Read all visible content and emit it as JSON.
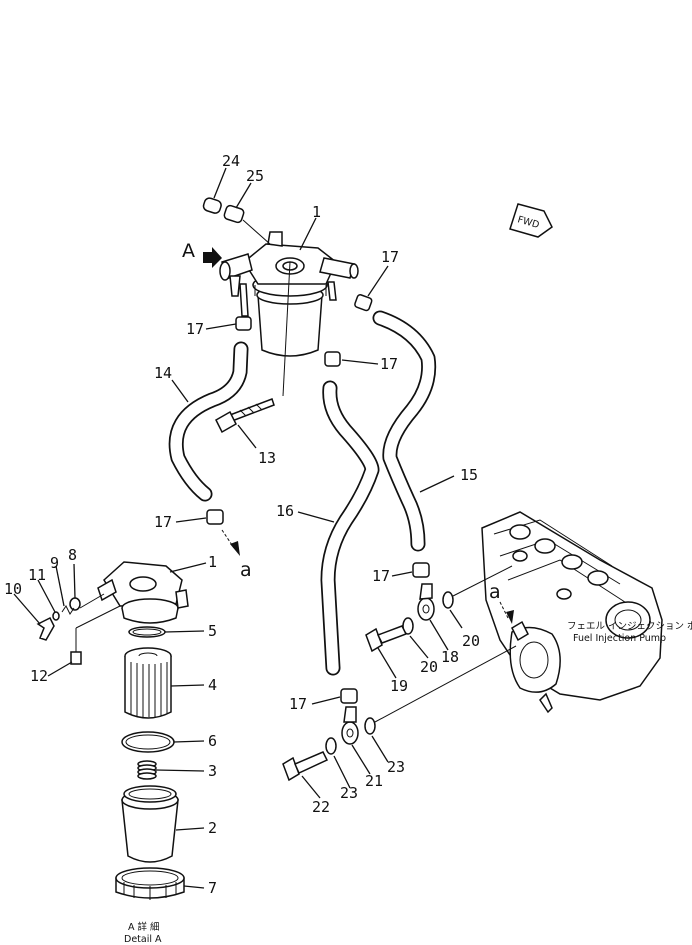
{
  "direction_marker": {
    "fwd_text": "FWD"
  },
  "view_marker": {
    "a_arrow_label": "A"
  },
  "connection_marker": {
    "lower_a": "a",
    "pump_a": "a"
  },
  "pump": {
    "label_jp": "フェエル インジェクション ポンプ",
    "label_en": "Fuel Injection Pump"
  },
  "detail": {
    "label_jp": "A 詳 細",
    "label_en": "Detail A"
  },
  "callouts": {
    "c24": "24",
    "c25": "25",
    "c1_top": "1",
    "c17_top": "17",
    "c17_left": "17",
    "c17_right": "17",
    "c14": "14",
    "c13": "13",
    "c17_mid": "17",
    "c16": "16",
    "c15": "15",
    "c17_pump": "17",
    "c20_a": "20",
    "c20_b": "20",
    "c18": "18",
    "c19": "19",
    "c17_low": "17",
    "c23_a": "23",
    "c23_b": "23",
    "c21": "21",
    "c22": "22",
    "c1_detail": "1",
    "c8": "8",
    "c9": "9",
    "c11": "11",
    "c10": "10",
    "c12": "12",
    "c5": "5",
    "c4": "4",
    "c6": "6",
    "c3": "3",
    "c2": "2",
    "c7": "7"
  }
}
